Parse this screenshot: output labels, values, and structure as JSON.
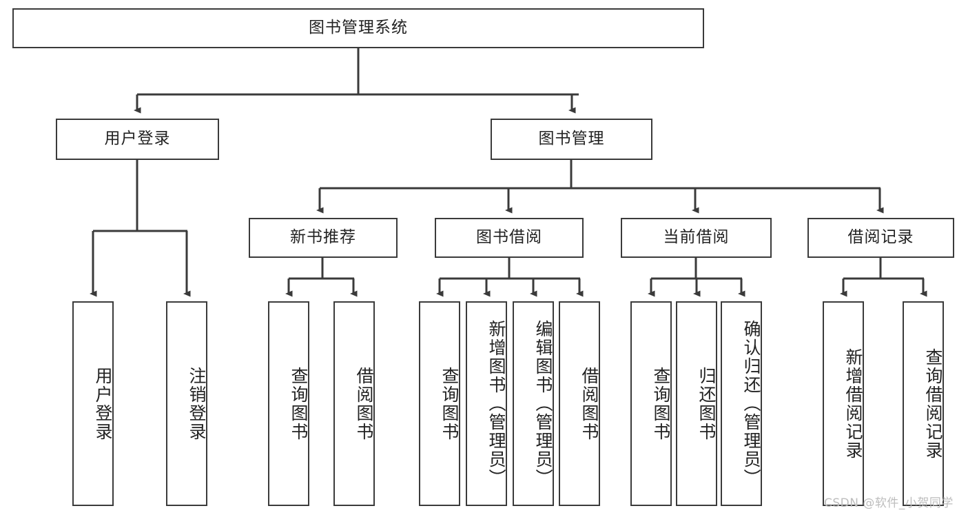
{
  "diagram": {
    "type": "tree-hierarchy",
    "title": "图书管理系统",
    "root": {
      "label": "图书管理系统"
    },
    "level1": [
      {
        "label": "用户登录"
      },
      {
        "label": "图书管理"
      }
    ],
    "level2": [
      {
        "label": "新书推荐"
      },
      {
        "label": "图书借阅"
      },
      {
        "label": "当前借阅"
      },
      {
        "label": "借阅记录"
      }
    ],
    "leaves": {
      "user_login": [
        {
          "label": "用户登录"
        },
        {
          "label": "注销登录"
        }
      ],
      "new_book_recommend": [
        {
          "label": "查询图书"
        },
        {
          "label": "借阅图书"
        }
      ],
      "book_borrow": [
        {
          "label": "查询图书"
        },
        {
          "label": "新增图书（管理员）"
        },
        {
          "label": "编辑图书（管理员）"
        },
        {
          "label": "借阅图书"
        }
      ],
      "current_borrow": [
        {
          "label": "查询图书"
        },
        {
          "label": "归还图书"
        },
        {
          "label": "确认归还（管理员）"
        }
      ],
      "borrow_record": [
        {
          "label": "新增借阅记录"
        },
        {
          "label": "查询借阅记录"
        }
      ]
    }
  },
  "watermark": {
    "text": "CSDN @软件_小贺同学"
  },
  "colors": {
    "border": "#3a3a3a",
    "background": "#ffffff",
    "text": "#222222",
    "watermark": "#bdbdbd"
  }
}
